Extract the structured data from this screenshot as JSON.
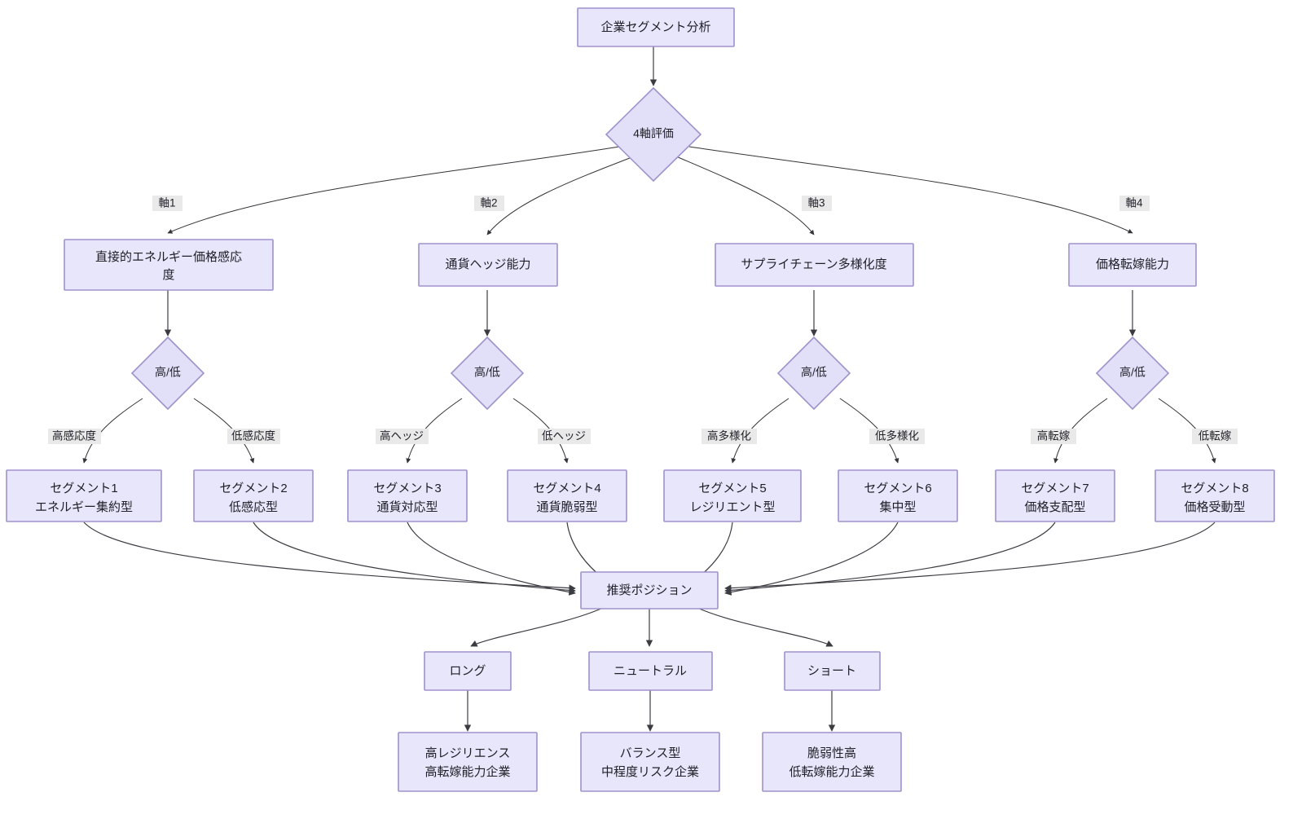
{
  "diagram": {
    "title_node": "企業セグメント分析",
    "root_decision": "4軸評価",
    "axis_edge_labels": [
      "軸1",
      "軸2",
      "軸3",
      "軸4"
    ],
    "axes": [
      "直接的エネルギー価格感応度",
      "通貨ヘッジ能力",
      "サプライチェーン多様化度",
      "価格転嫁能力"
    ],
    "axis_lines": [
      [
        "直接的エネルギー価格感応",
        "度"
      ],
      [
        "通貨ヘッジ能力"
      ],
      [
        "サプライチェーン多様化度"
      ],
      [
        "価格転嫁能力"
      ]
    ],
    "decisions": [
      "高/低",
      "高/低",
      "高/低",
      "高/低"
    ],
    "branch_labels": [
      "高感応度",
      "低感応度",
      "高ヘッジ",
      "低ヘッジ",
      "高多様化",
      "低多様化",
      "高転嫁",
      "低転嫁"
    ],
    "segments": [
      {
        "line1": "セグメント1",
        "line2": "エネルギー集約型"
      },
      {
        "line1": "セグメント2",
        "line2": "低感応型"
      },
      {
        "line1": "セグメント3",
        "line2": "通貨対応型"
      },
      {
        "line1": "セグメント4",
        "line2": "通貨脆弱型"
      },
      {
        "line1": "セグメント5",
        "line2": "レジリエント型"
      },
      {
        "line1": "セグメント6",
        "line2": "集中型"
      },
      {
        "line1": "セグメント7",
        "line2": "価格支配型"
      },
      {
        "line1": "セグメント8",
        "line2": "価格受動型"
      }
    ],
    "position_node": "推奨ポジション",
    "positions": [
      "ロング",
      "ニュートラル",
      "ショート"
    ],
    "outcomes": [
      {
        "line1": "高レジリエンス",
        "line2": "高転嫁能力企業"
      },
      {
        "line1": "バランス型",
        "line2": "中程度リスク企業"
      },
      {
        "line1": "脆弱性高",
        "line2": "低転嫁能力企業"
      }
    ]
  },
  "colors": {
    "node_fill": "#e8e6fa",
    "node_stroke": "#9f92cc",
    "edge": "#3b3b42",
    "label_bg": "#e9e9e9",
    "text": "#1f1f28",
    "background": "#ffffff"
  }
}
